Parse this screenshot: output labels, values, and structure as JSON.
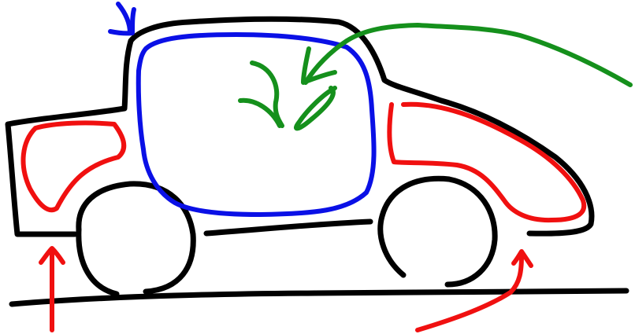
{
  "drawing": {
    "subject": "car-sketch",
    "colors": {
      "outline": "#000000",
      "cabin": "#0a10e6",
      "lights_and_panels": "#f01010",
      "interior_arrow": "#15901c",
      "background": "#ffffff"
    },
    "parts": [
      "car-body-outline",
      "front-wheel",
      "rear-wheel",
      "ground-line",
      "cabin-window",
      "front-red-panel",
      "rear-red-panel",
      "green-arrow",
      "blue-arrow",
      "red-arrow-left",
      "red-arrow-right"
    ]
  }
}
